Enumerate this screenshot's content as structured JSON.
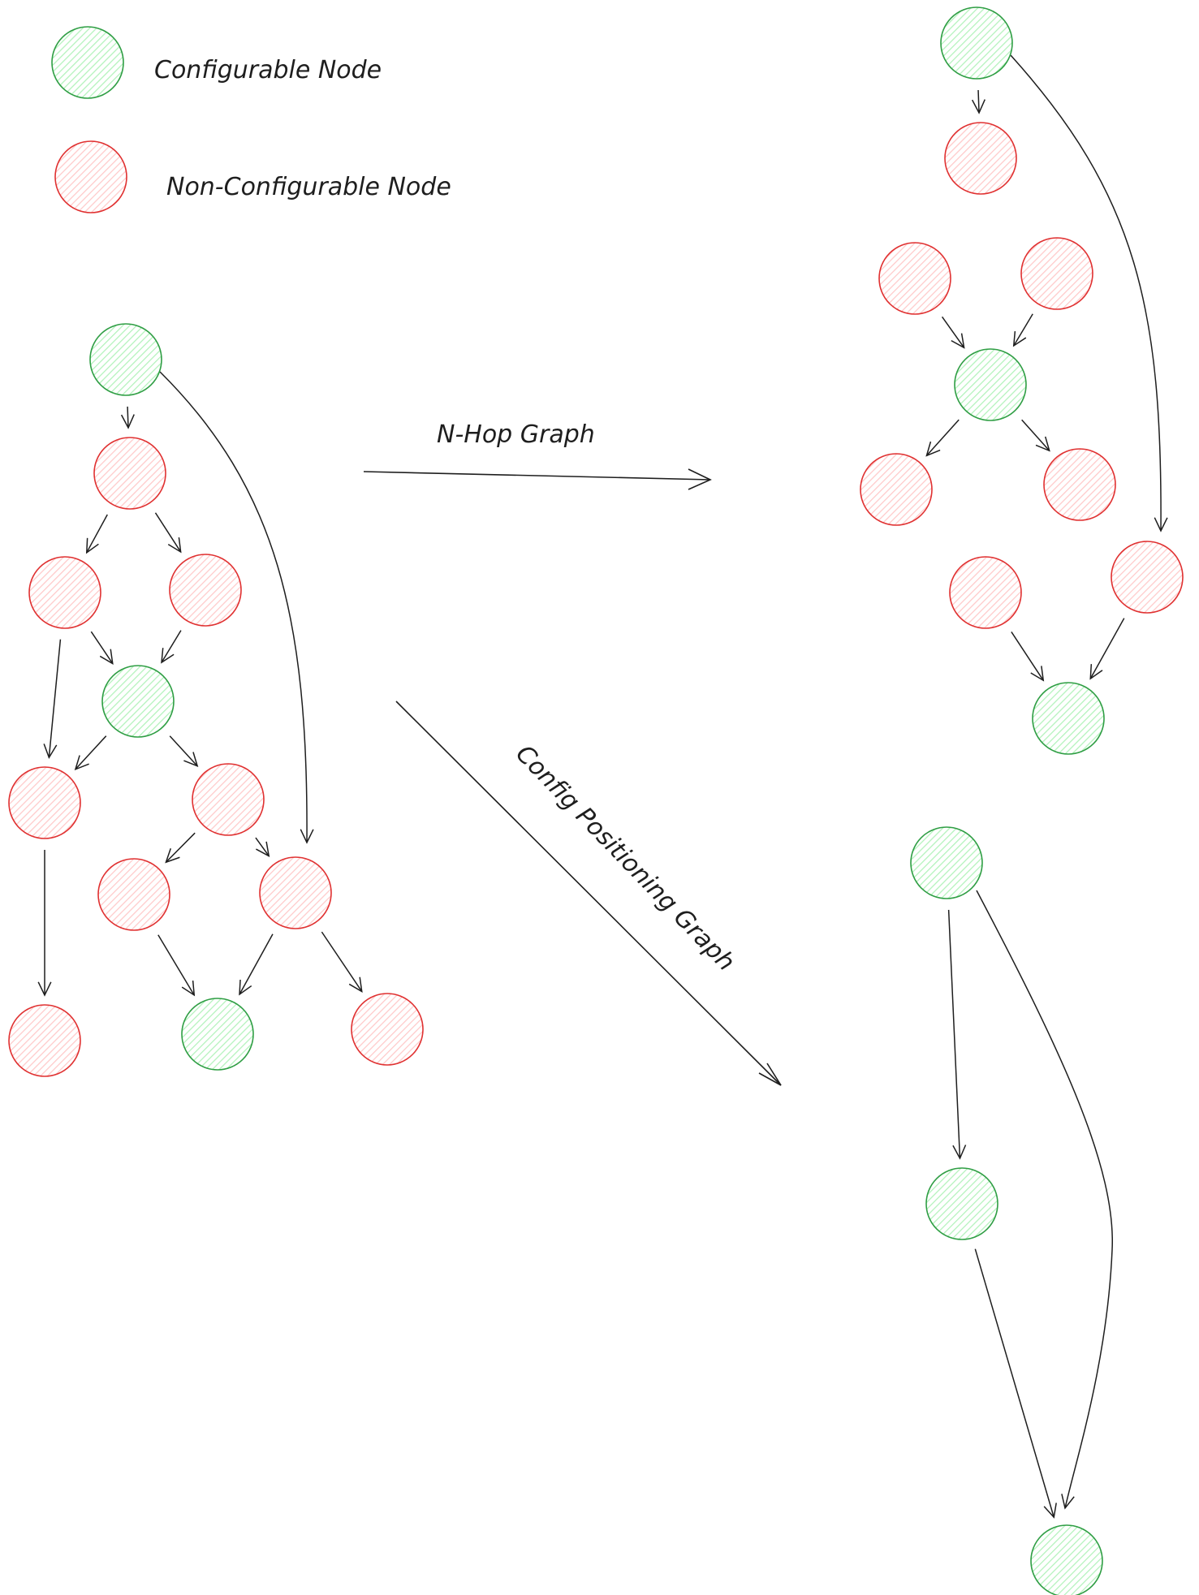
{
  "legend": {
    "configurable_label": "Configurable Node",
    "non_configurable_label": "Non-Configurable Node"
  },
  "edges_labels": {
    "n_hop": "N-Hop Graph",
    "config_positioning": "Config Positioning Graph"
  },
  "colors": {
    "configurable_stroke": "#2f9e44",
    "configurable_fill": "#b2f2bb",
    "non_configurable_stroke": "#e03131",
    "non_configurable_fill": "#ffc9c9",
    "edge": "#1e1e1e"
  },
  "graphs": {
    "full": {
      "nodes": [
        "configurable",
        "non-configurable",
        "non-configurable",
        "non-configurable",
        "configurable",
        "non-configurable",
        "non-configurable",
        "non-configurable",
        "non-configurable",
        "non-configurable",
        "configurable",
        "non-configurable"
      ],
      "edges": [
        [
          0,
          1
        ],
        [
          0,
          8
        ],
        [
          1,
          2
        ],
        [
          1,
          3
        ],
        [
          2,
          4
        ],
        [
          3,
          4
        ],
        [
          2,
          5
        ],
        [
          4,
          5
        ],
        [
          4,
          6
        ],
        [
          6,
          7
        ],
        [
          6,
          8
        ],
        [
          5,
          9
        ],
        [
          7,
          10
        ],
        [
          8,
          10
        ],
        [
          8,
          11
        ]
      ]
    },
    "n_hop": {
      "nodes": [
        "configurable",
        "non-configurable",
        "non-configurable",
        "non-configurable",
        "configurable",
        "non-configurable",
        "non-configurable",
        "non-configurable",
        "non-configurable",
        "configurable"
      ],
      "edges": [
        [
          0,
          1
        ],
        [
          0,
          8
        ],
        [
          2,
          4
        ],
        [
          3,
          4
        ],
        [
          4,
          5
        ],
        [
          4,
          6
        ],
        [
          7,
          9
        ],
        [
          8,
          9
        ]
      ]
    },
    "config_positioning": {
      "nodes": [
        "configurable",
        "configurable",
        "configurable"
      ],
      "edges": [
        [
          0,
          1
        ],
        [
          1,
          2
        ],
        [
          0,
          2
        ]
      ]
    }
  }
}
